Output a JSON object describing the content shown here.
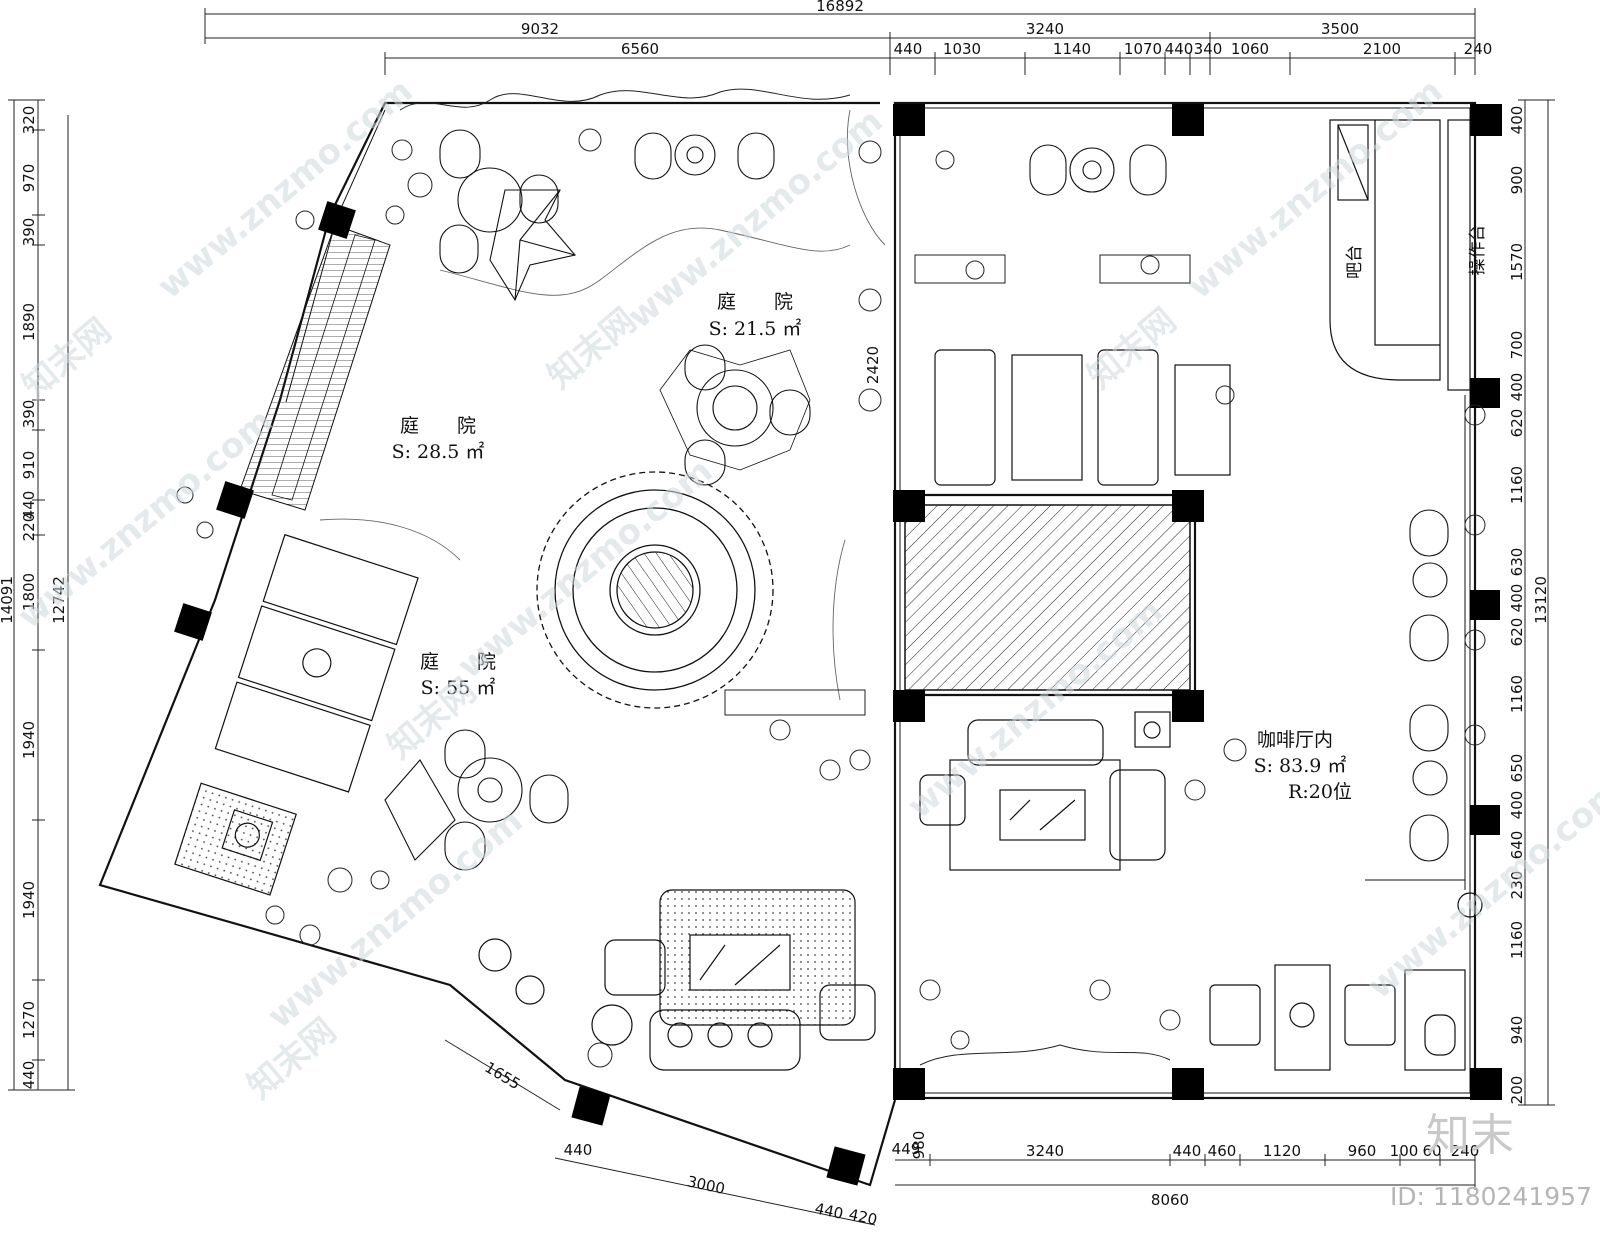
{
  "dimensions": {
    "top_total": "16892",
    "top_row2": [
      "9032",
      "3240",
      "3500"
    ],
    "top_row3": [
      "6560",
      "440",
      "1030",
      "1140",
      "1070",
      "440",
      "340",
      "1060",
      "2100",
      "240"
    ],
    "left_total": "14091",
    "left_sub": "12742",
    "left_chain": [
      "320",
      "970",
      "390",
      "1890",
      "390",
      "910",
      "440",
      "220",
      "1800",
      "1940",
      "1940",
      "1270",
      "440"
    ],
    "right_total": "13120",
    "right_chain": [
      "400",
      "900",
      "1570",
      "700",
      "400",
      "620",
      "1160",
      "630",
      "400",
      "620",
      "1160",
      "650",
      "400",
      "640",
      "230",
      "1160",
      "940",
      "200"
    ],
    "bottom_total": "8060",
    "bottom_chain": [
      "980",
      "3240",
      "440",
      "460",
      "1120",
      "960",
      "100",
      "60",
      "240"
    ],
    "bottom_left": [
      "1655",
      "440",
      "3000",
      "440",
      "420",
      "449"
    ],
    "inner_2420": "2420"
  },
  "rooms": {
    "courtyard_a": {
      "name": "庭　　院",
      "area": "S: 21.5 ㎡"
    },
    "courtyard_b": {
      "name": "庭　　院",
      "area": "S: 28.5 ㎡"
    },
    "courtyard_c": {
      "name": "庭　　院",
      "area": "S: 55 ㎡"
    },
    "cafe": {
      "name": "咖啡厅内",
      "area": "S: 83.9 ㎡",
      "seats": "R:20位"
    },
    "bar_counter": "吧台",
    "work_counter": "操作台"
  },
  "watermark": {
    "site": "www.znzmo.com",
    "brand": "知末网",
    "logo": "知末",
    "id": "ID: 1180241957"
  },
  "colors": {
    "line": "#111111",
    "column": "#000000",
    "watermark": "#cfd8de"
  }
}
